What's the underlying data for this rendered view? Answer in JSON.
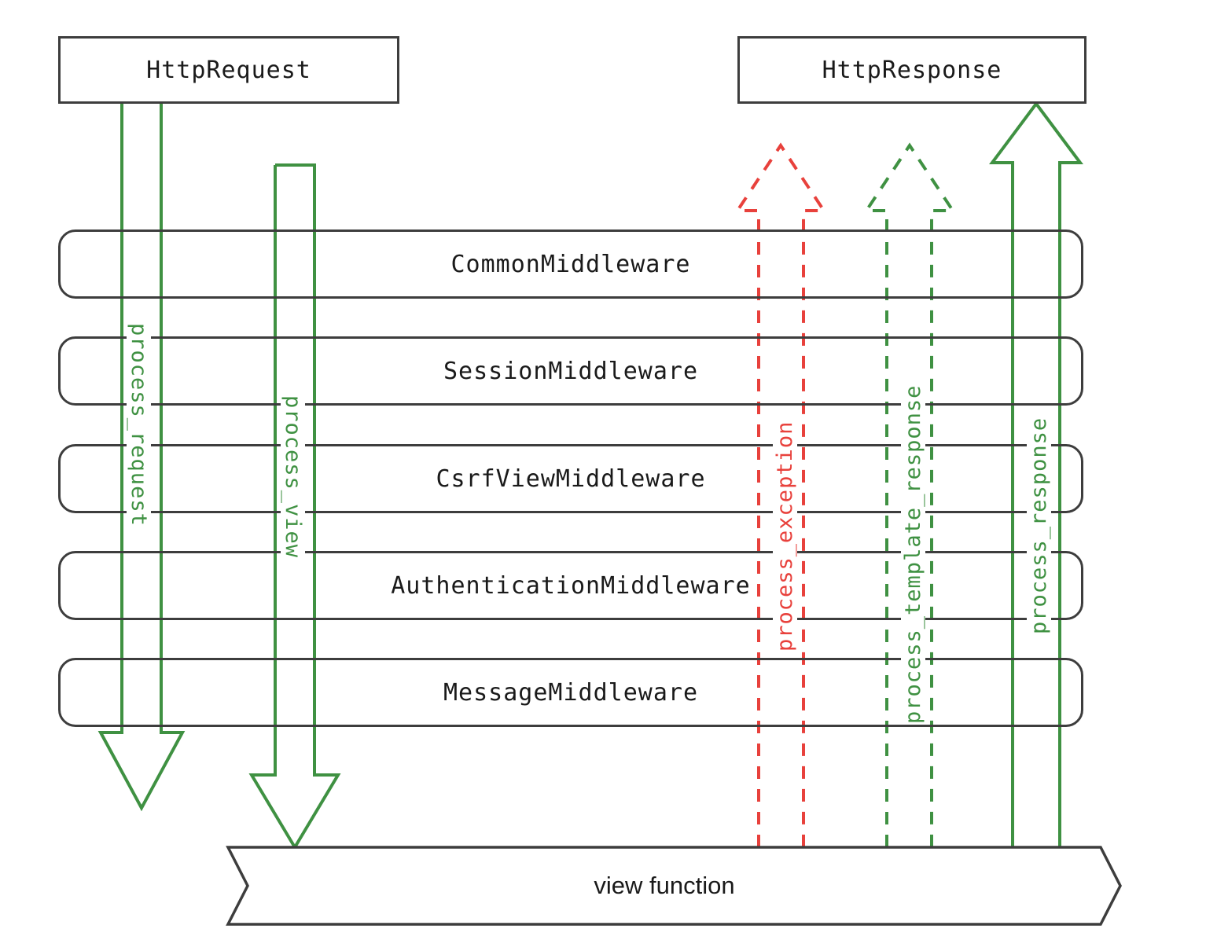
{
  "diagram": {
    "title_request": "HttpRequest",
    "title_response": "HttpResponse",
    "view_function": "view function",
    "colors": {
      "stroke": "#3d3d3d",
      "green": "#3f9142",
      "red": "#e8413c",
      "background": "#ffffff"
    },
    "middlewares": [
      {
        "label": "CommonMiddleware"
      },
      {
        "label": "SessionMiddleware"
      },
      {
        "label": "CsrfViewMiddleware"
      },
      {
        "label": "AuthenticationMiddleware"
      },
      {
        "label": "MessageMiddleware"
      }
    ],
    "flows": [
      {
        "id": "process-request",
        "label": "process_request",
        "color": "#3f9142",
        "style": "solid",
        "direction": "down"
      },
      {
        "id": "process-view",
        "label": "process_view",
        "color": "#3f9142",
        "style": "solid",
        "direction": "down"
      },
      {
        "id": "process-exception",
        "label": "process_exception",
        "color": "#e8413c",
        "style": "dashed",
        "direction": "up"
      },
      {
        "id": "process-template-response",
        "label": "process_template_response",
        "color": "#3f9142",
        "style": "dashed",
        "direction": "up"
      },
      {
        "id": "process-response",
        "label": "process_response",
        "color": "#3f9142",
        "style": "solid",
        "direction": "up"
      }
    ]
  }
}
